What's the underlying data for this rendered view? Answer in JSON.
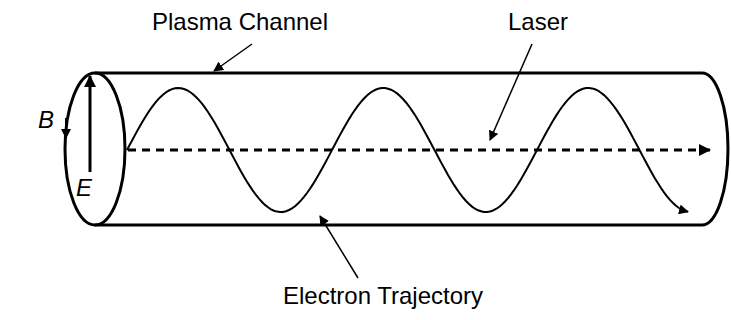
{
  "diagram": {
    "labels": [
      "Plasma Channel",
      "Laser",
      "Electron Trajectory",
      "B",
      "E"
    ]
  }
}
